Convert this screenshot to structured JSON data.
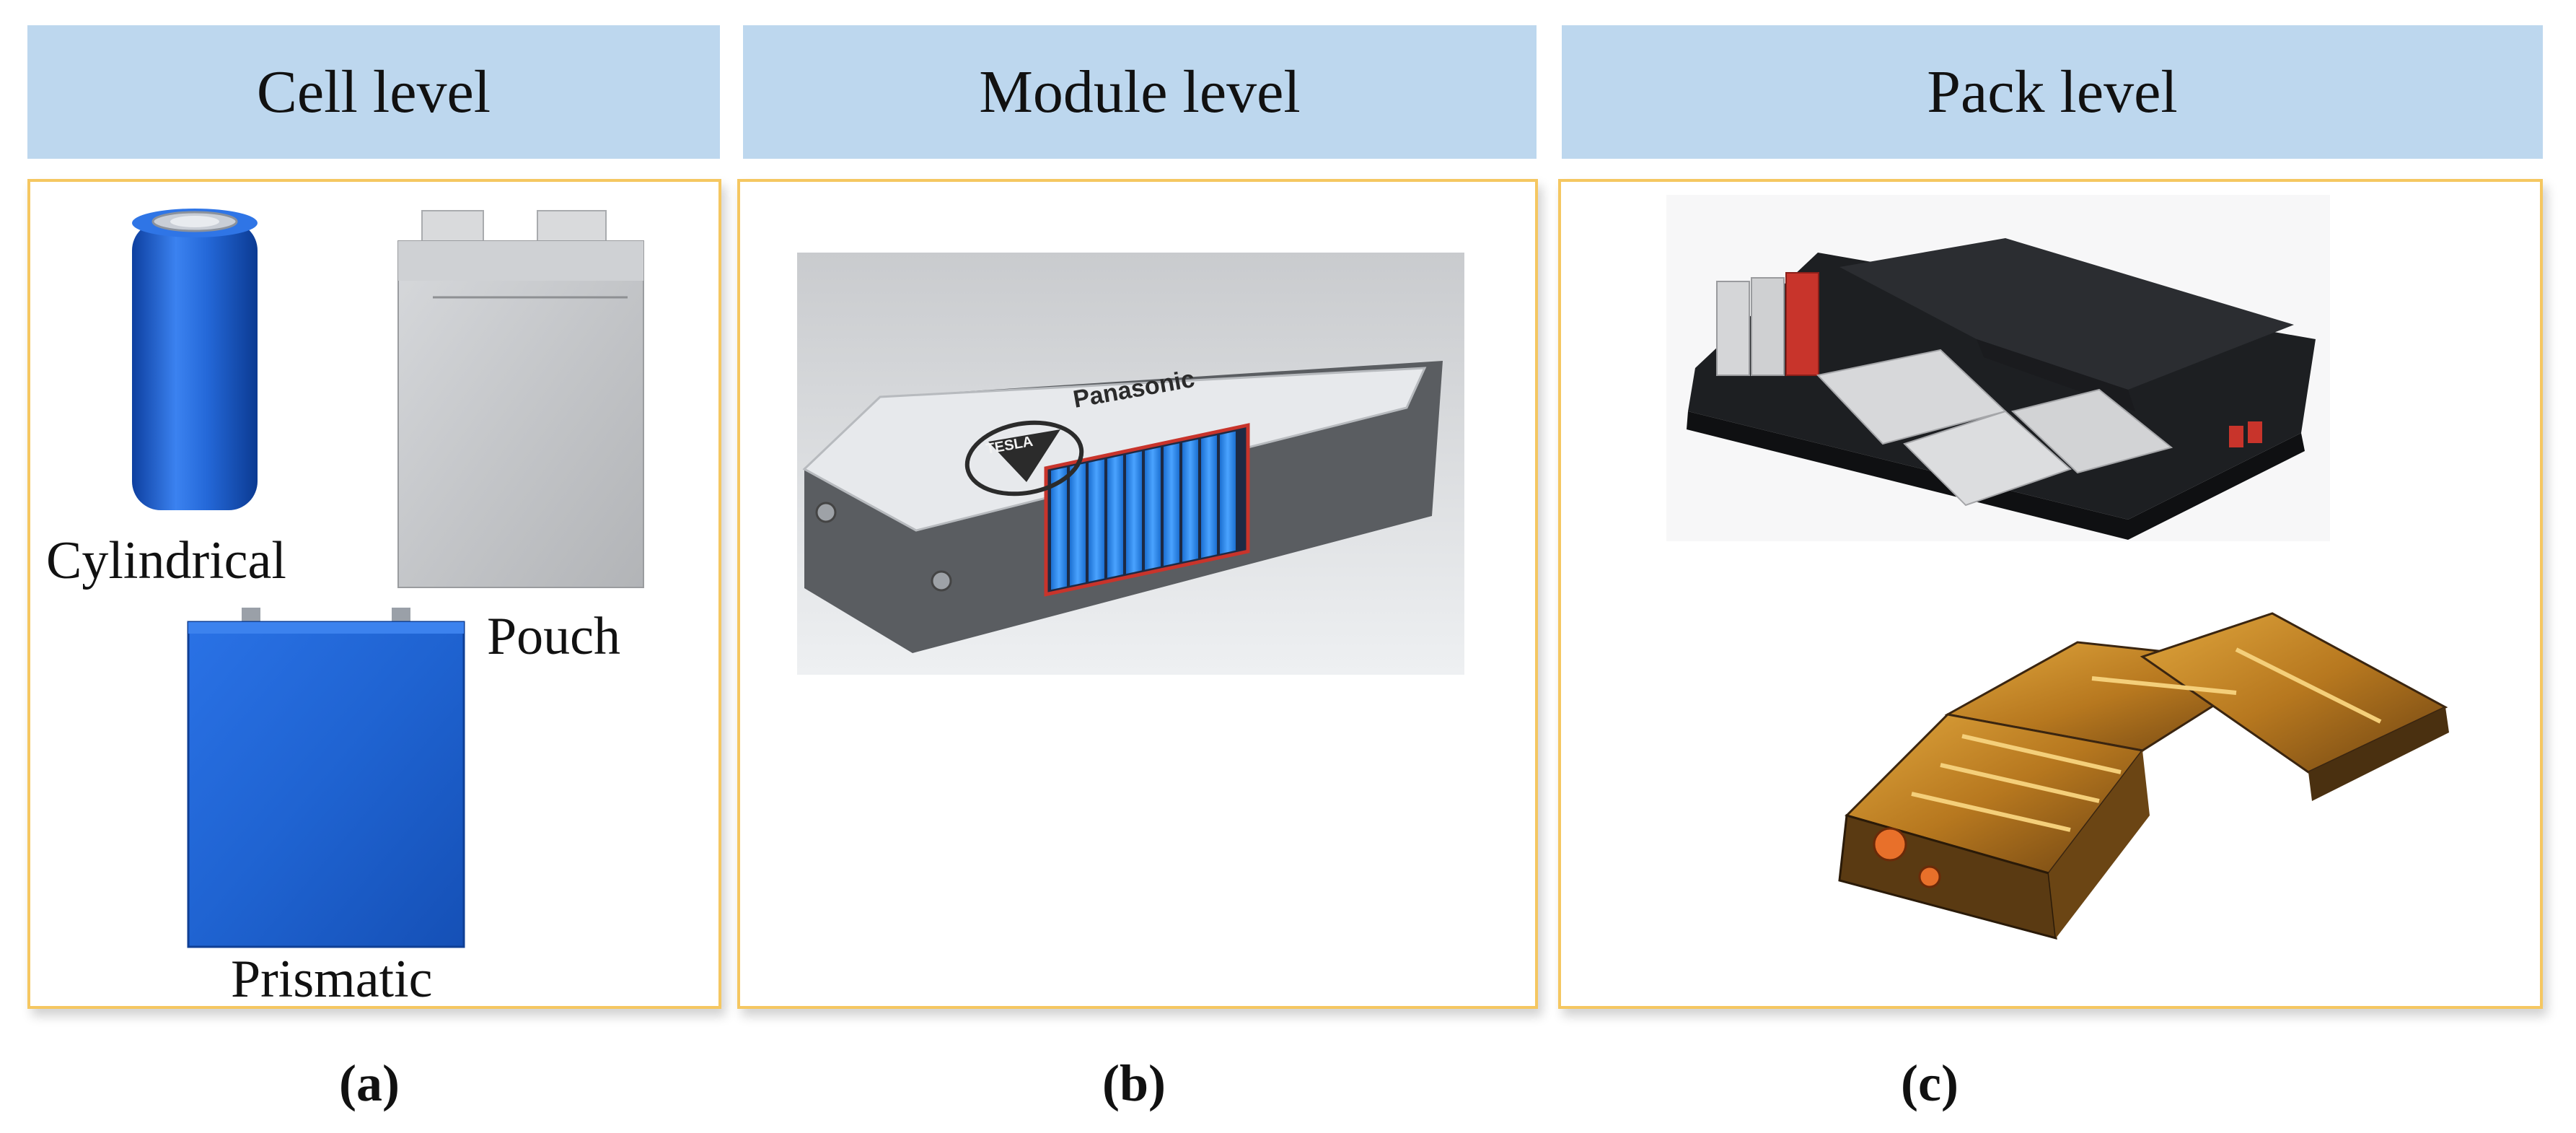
{
  "headers": {
    "cell": "Cell level",
    "module": "Module level",
    "pack": "Pack level"
  },
  "cell_labels": {
    "cylindrical": "Cylindrical",
    "pouch": "Pouch",
    "prismatic": "Prismatic"
  },
  "module_brand": "Panasonic",
  "module_logo_text": "TESLA",
  "captions": {
    "a": "(a)",
    "b": "(b)",
    "c": "(c)"
  },
  "colors": {
    "header_fill": "#bdd7ee",
    "panel_border": "#f5c761",
    "cell_blue": "#1f63d1"
  }
}
